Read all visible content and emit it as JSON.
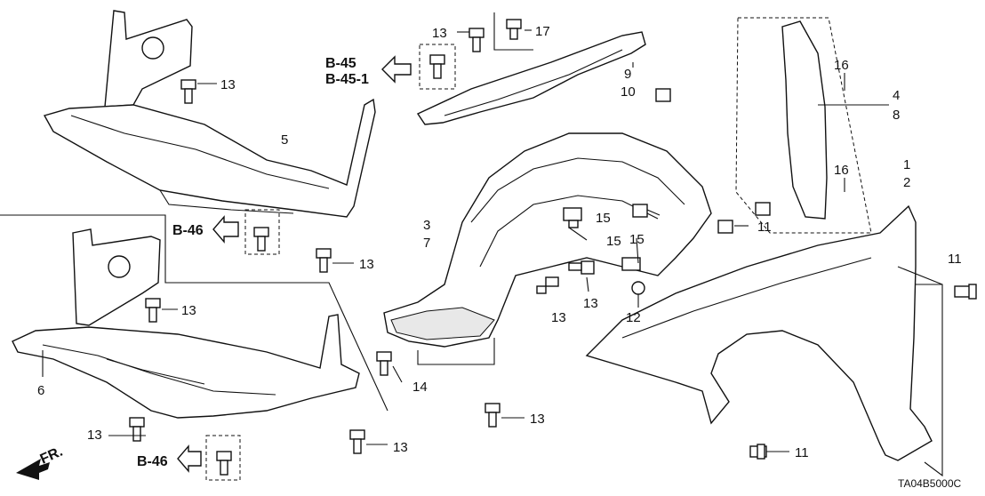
{
  "callouts": {
    "c1": "1",
    "c2": "2",
    "c3": "3",
    "c4": "4",
    "c5": "5",
    "c6": "6",
    "c7": "7",
    "c8": "8",
    "c9": "9",
    "c10": "10",
    "c11": "11",
    "c12": "12",
    "c13": "13",
    "c14": "14",
    "c15": "15",
    "c16": "16",
    "c17": "17"
  },
  "refs": {
    "b45": "B-45",
    "b451": "B-45-1",
    "b46": "B-46"
  },
  "direction": "FR.",
  "diagram_code": "TA04B5000C"
}
